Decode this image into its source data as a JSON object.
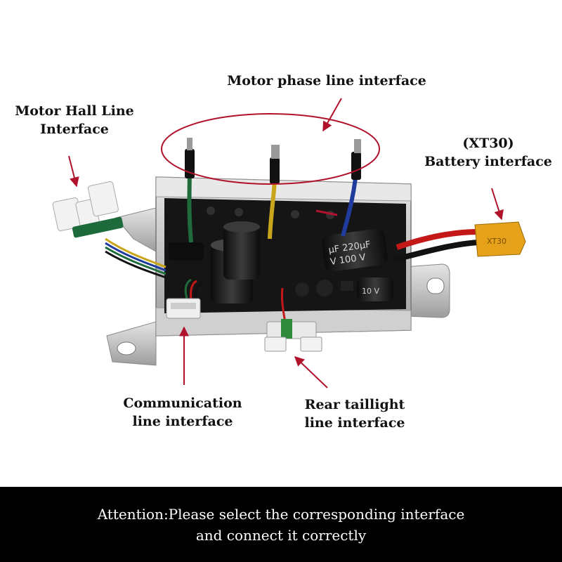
{
  "labels": {
    "motor_phase": "Motor phase line interface",
    "hall_line_1": "Motor Hall Line",
    "hall_line_2": "Interface",
    "battery_line_1": "(XT30)",
    "battery_line_2": "Battery interface",
    "communication_line_1": "Communication",
    "communication_line_2": "line interface",
    "taillight_line_1": "Rear taillight",
    "taillight_line_2": "line interface"
  },
  "capacitor_markings": {
    "large_line_1": "µF 220µF",
    "large_line_2": "V  100 V",
    "small": "10 V"
  },
  "connector_marking": "XT30",
  "footer": {
    "line1": "Attention:Please select the corresponding interface",
    "line2": "and connect it correctly"
  },
  "colors": {
    "annotation_red": "#b0122b",
    "footer_background": "#000000",
    "connector_yellow": "#e6a21a",
    "board_dark": "#151515",
    "casing_silver": "#c9c9c9"
  }
}
